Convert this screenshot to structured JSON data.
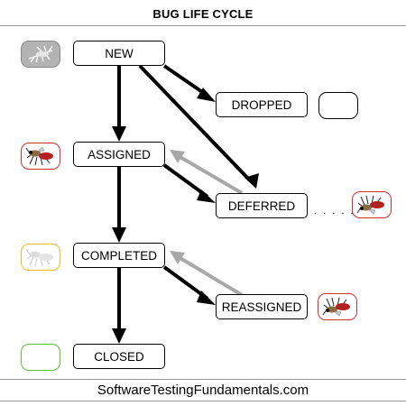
{
  "title": "BUG LIFE CYCLE",
  "footer": "SoftwareTestingFundamentals.com",
  "states": {
    "new": "NEW",
    "dropped": "DROPPED",
    "assigned": "ASSIGNED",
    "deferred": "DEFERRED",
    "completed": "COMPLETED",
    "reassigned": "REASSIGNED",
    "closed": "CLOSED"
  },
  "dots": ". . . . .",
  "colors": {
    "arrow_black": "#000000",
    "arrow_gray": "#a8a8a8",
    "icon_new_bg": "#b3b3b3",
    "icon_red_border": "#d03030",
    "icon_yellow_border": "#e8c020",
    "icon_green_border": "#5cc43c",
    "icon_blank_border": "#000000"
  },
  "icons": {
    "new": "bug-icon-gray",
    "assigned": "bug-icon-color",
    "deferred": "bug-icon-color",
    "completed": "bug-icon-faded",
    "reassigned": "bug-icon-color",
    "dropped": "blank-box",
    "closed": "blank-green-box"
  }
}
